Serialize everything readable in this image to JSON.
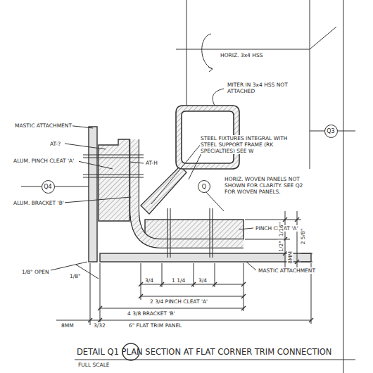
{
  "diagram": {
    "title": "DETAIL Q1 PLAN SECTION AT FLAT CORNER TRIM CONNECTION",
    "caption": "FULL SCALE",
    "nodes": [
      {
        "text": [
          "Q4"
        ]
      },
      {
        "text": [
          "Q"
        ]
      },
      {
        "text": [
          "Q3"
        ]
      }
    ],
    "labels": [
      "HORIZ. 3x4 HSS",
      "MITER IN 3x4 HSS NOT ATTACHED",
      "MASTIC ATTACHMENT",
      "AT-?",
      "ALUM. PINCH CLEAT 'A'",
      "AT-H",
      "ALUM. BRACKET 'B'",
      "STEEL FIXTURES INTEGRAL WITH STEEL SUPPORT FRAME (RK SPECIALTIES) SEE W",
      "HORIZ. WOVEN PANELS NOT SHOWN FOR CLARITY. SEE Q2 FOR WOVEN PANELS.",
      "PINCH CLEAT 'A'",
      "MASTIC ATTACHMENT",
      "1/8\" OPEN",
      "1/8\"",
      "3/4",
      "1 1/4",
      "3/4",
      "2 3/4 PINCH CLEAT 'A'",
      "4 3/8 BRACKET 'B'",
      "8MM",
      "3/32",
      "6\" FLAT TRIM PANEL",
      "1/16\"",
      "1/2\"",
      "2 5/8\"",
      "8MM"
    ]
  }
}
